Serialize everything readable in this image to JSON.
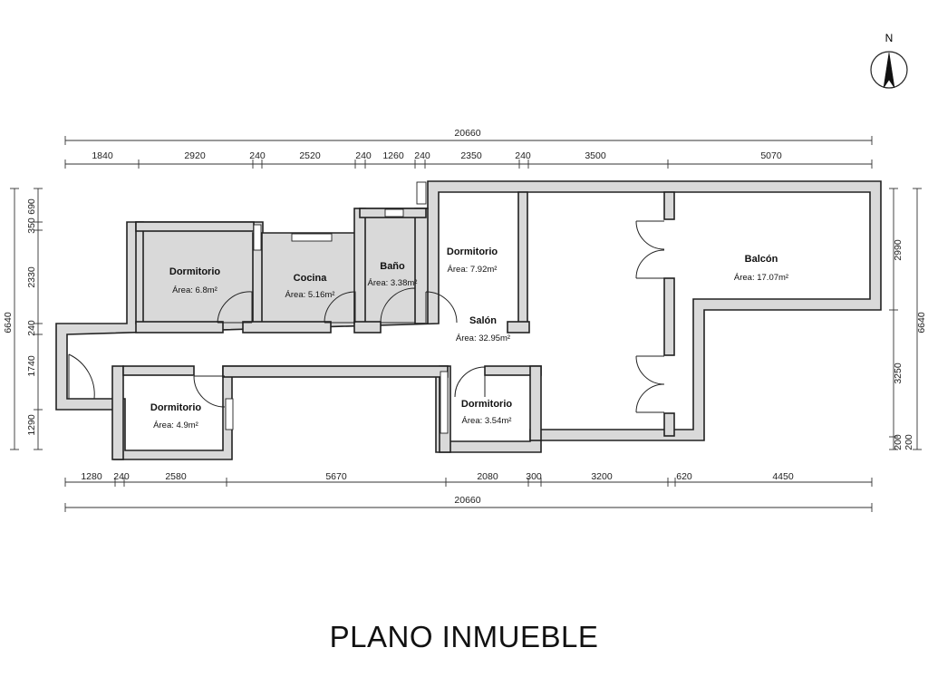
{
  "compass": {
    "label": "N"
  },
  "dimensions": {
    "top_total": "20660",
    "top": [
      "1840",
      "2920",
      "240",
      "2520",
      "240",
      "1260",
      "240",
      "2350",
      "240",
      "3500",
      "5070"
    ],
    "bottom": [
      "1280",
      "240",
      "2580",
      "5670",
      "2080",
      "300",
      "3200",
      "620",
      "4450"
    ],
    "bottom_total": "20660",
    "left": [
      "690",
      "350",
      "2330",
      "240",
      "1740",
      "1290"
    ],
    "left_total": "6640",
    "right": [
      "2990",
      "3250",
      "200",
      "200"
    ],
    "right_total": "6640"
  },
  "rooms": [
    {
      "name": "Dormitorio",
      "area": "Área: 6.8m²"
    },
    {
      "name": "Cocina",
      "area": "Área: 5.16m²"
    },
    {
      "name": "Baño",
      "area": "Área: 3.38m²"
    },
    {
      "name": "Dormitorio",
      "area": "Área: 7.92m²"
    },
    {
      "name": "Balcón",
      "area": "Área: 17.07m²"
    },
    {
      "name": "Salón",
      "area": "Área: 32.95m²"
    },
    {
      "name": "Dormitorio",
      "area": "Área: 4.9m²"
    },
    {
      "name": "Dormitorio",
      "area": "Área: 3.54m²"
    }
  ],
  "title": "PLANO INMUEBLE"
}
